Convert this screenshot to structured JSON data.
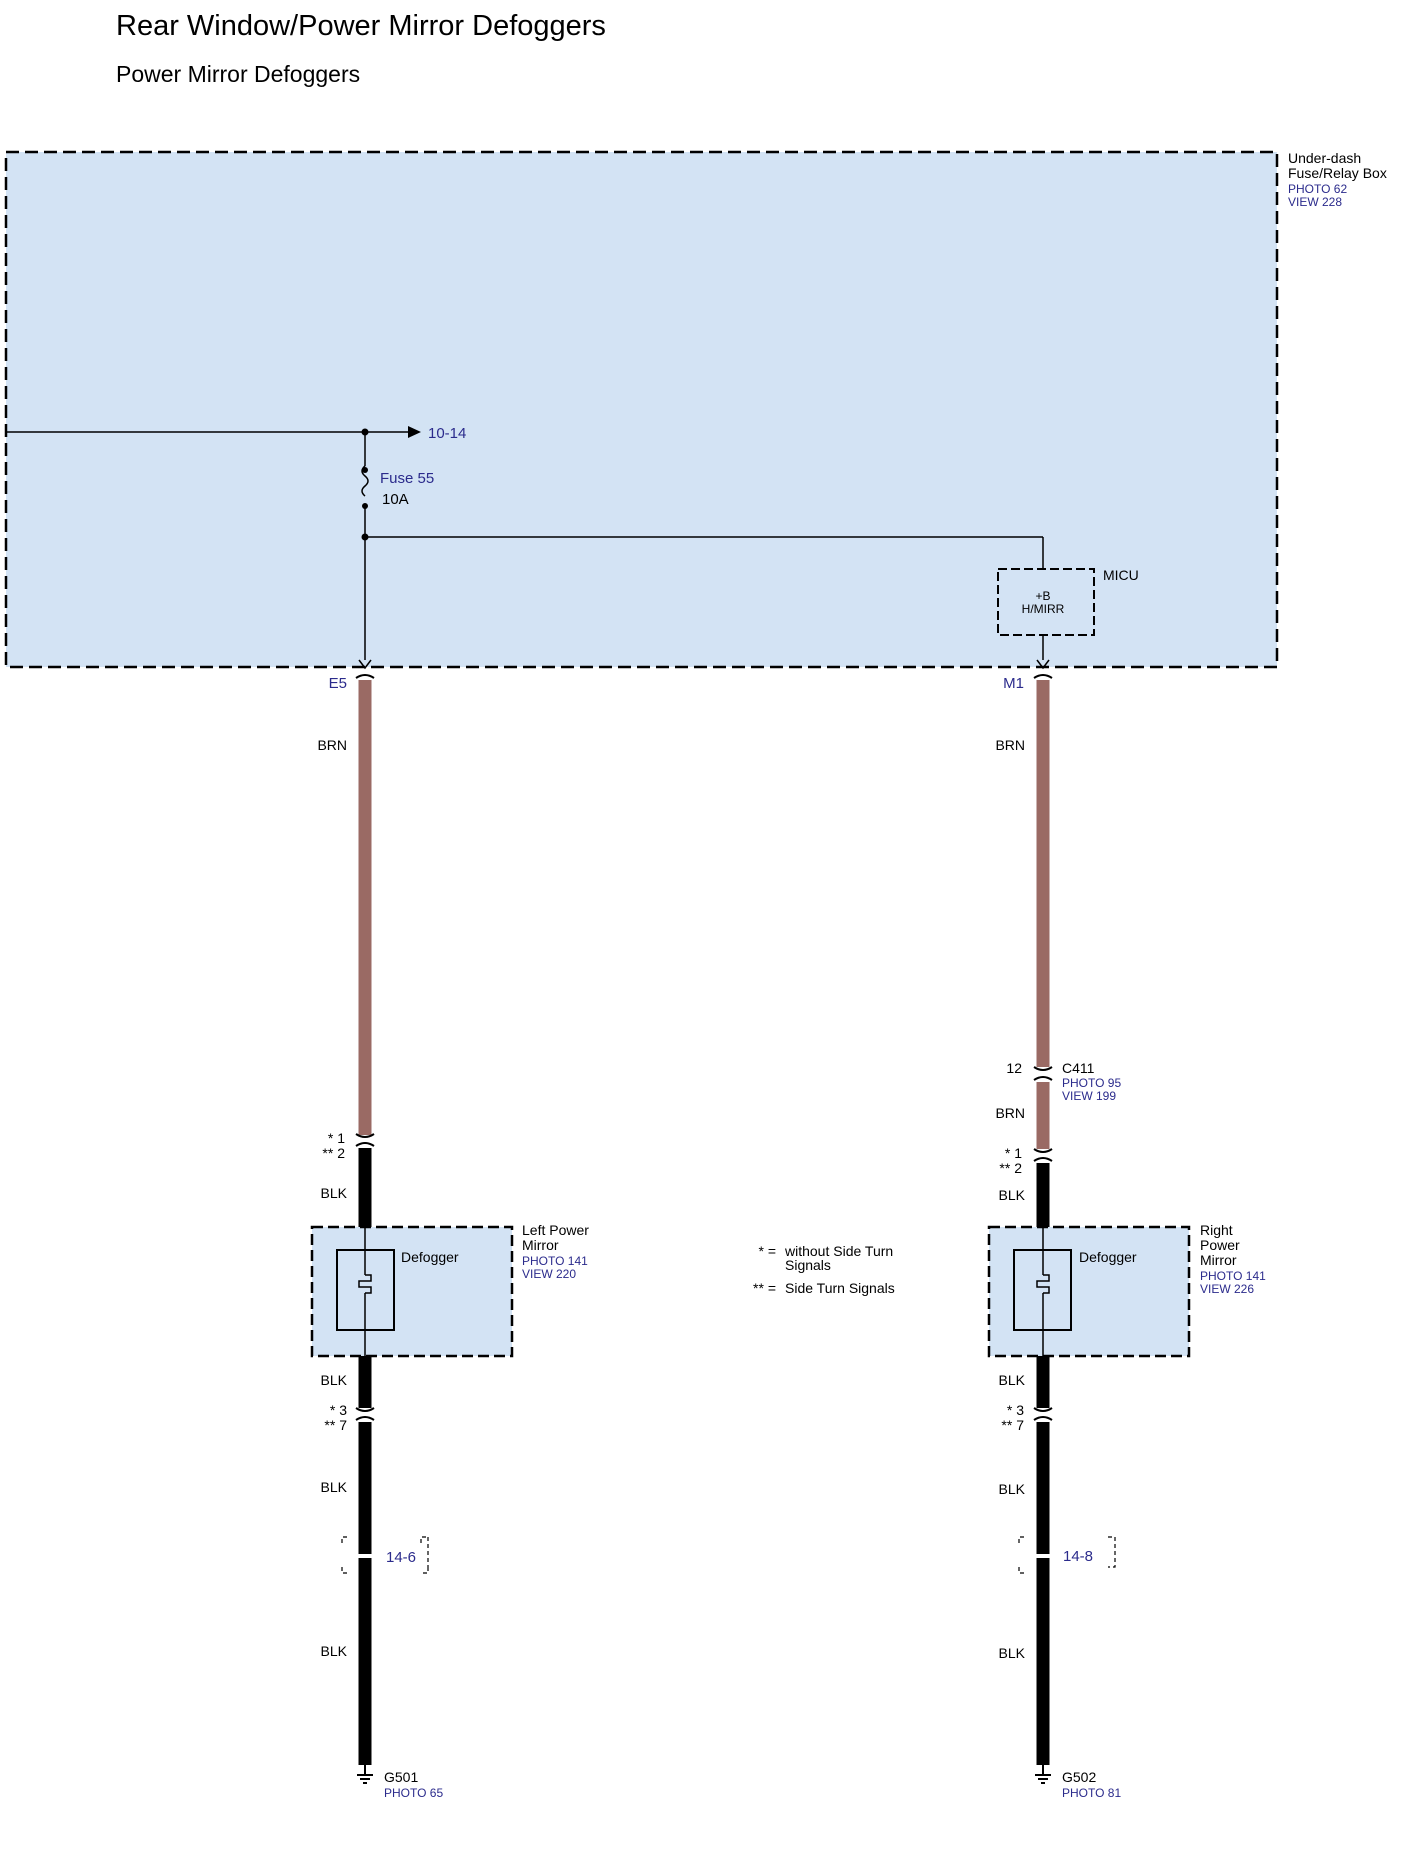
{
  "title": "Rear Window/Power Mirror Defoggers",
  "subtitle": "Power Mirror Defoggers",
  "colors": {
    "box_fill": "#d3e3f4",
    "wire_brn": "#9a6a64",
    "wire_blk": "#000000",
    "link": "#2b2b8c"
  },
  "fuse_box": {
    "name_line1": "Under-dash",
    "name_line2": "Fuse/Relay Box",
    "photo": "PHOTO 62",
    "view": "VIEW 228",
    "link_ref": "10-14",
    "fuse_name": "Fuse 55",
    "fuse_rating": "10A",
    "micu": {
      "name": "MICU",
      "pin_line1": "+B",
      "pin_line2": "H/MIRR"
    },
    "terminal_left": "E5",
    "terminal_right": "M1"
  },
  "left": {
    "wire1": "BRN",
    "pin_a": "* 1",
    "pin_b": "** 2",
    "wire2": "BLK",
    "device": "Defogger",
    "comp_line1": "Left Power",
    "comp_line2": "Mirror",
    "photo": "PHOTO 141",
    "view": "VIEW 220",
    "wire3": "BLK",
    "pin_c": "* 3",
    "pin_d": "** 7",
    "wire4": "BLK",
    "link_ref": "14-6",
    "wire5": "BLK",
    "ground": "G501",
    "ground_photo": "PHOTO 65"
  },
  "right": {
    "wire1": "BRN",
    "conn_pin": "12",
    "conn_name": "C411",
    "conn_photo": "PHOTO 95",
    "conn_view": "VIEW 199",
    "wire1b": "BRN",
    "pin_a": "* 1",
    "pin_b": "** 2",
    "wire2": "BLK",
    "device": "Defogger",
    "comp_line1": "Right",
    "comp_line2": "Power",
    "comp_line3": "Mirror",
    "photo": "PHOTO 141",
    "view": "VIEW 226",
    "wire3": "BLK",
    "pin_c": "* 3",
    "pin_d": "** 7",
    "wire4": "BLK",
    "link_ref": "14-8",
    "wire5": "BLK",
    "ground": "G502",
    "ground_photo": "PHOTO 81"
  },
  "legend": {
    "sym1": "* =",
    "desc1_line1": "without Side Turn",
    "desc1_line2": "Signals",
    "sym2": "** =",
    "desc2": "Side Turn Signals"
  }
}
